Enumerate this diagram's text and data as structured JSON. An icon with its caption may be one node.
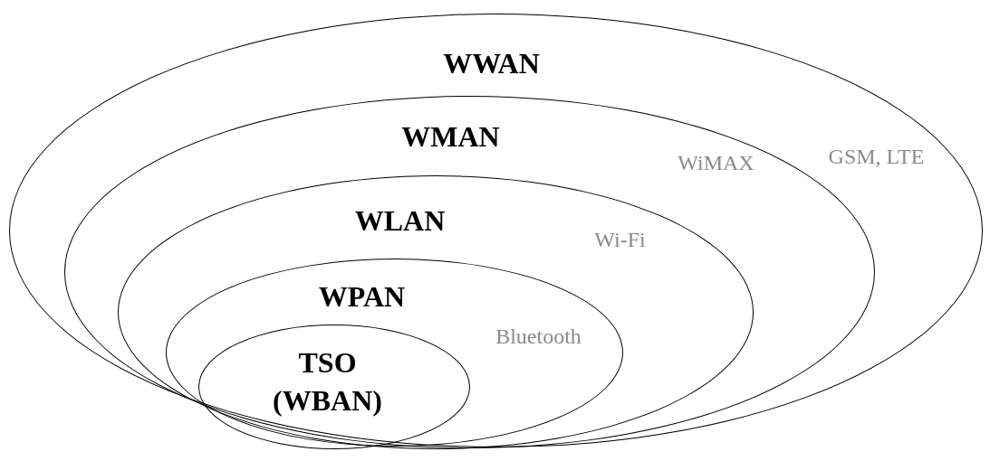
{
  "diagram": {
    "nodes": [
      {
        "text": [
          "WWAN",
          "GSM, LTE"
        ]
      },
      {
        "text": [
          "WMAN",
          "WiMAX"
        ],
        "in": 0
      },
      {
        "text": [
          "WLAN",
          "Wi-Fi"
        ],
        "in": 1
      },
      {
        "text": [
          "WPAN",
          "Bluetooth"
        ],
        "in": 2
      },
      {
        "text": [
          "TSO (WBAN)"
        ],
        "in": 3
      }
    ]
  }
}
